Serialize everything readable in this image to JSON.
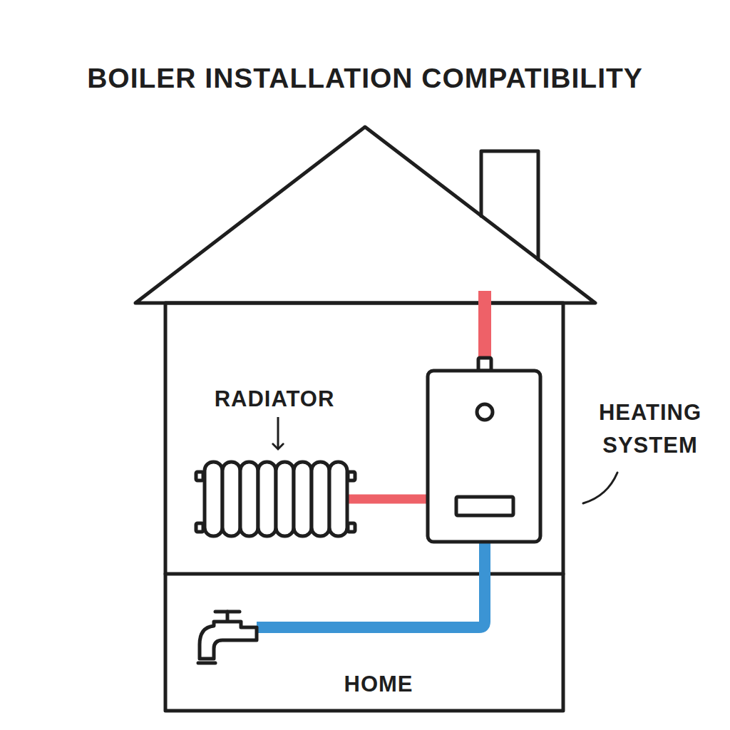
{
  "diagram": {
    "title": "BOILER INSTALLATION COMPATIBILITY",
    "labels": [
      "RADIATOR",
      "HEATING SYSTEM",
      "HOME"
    ]
  }
}
